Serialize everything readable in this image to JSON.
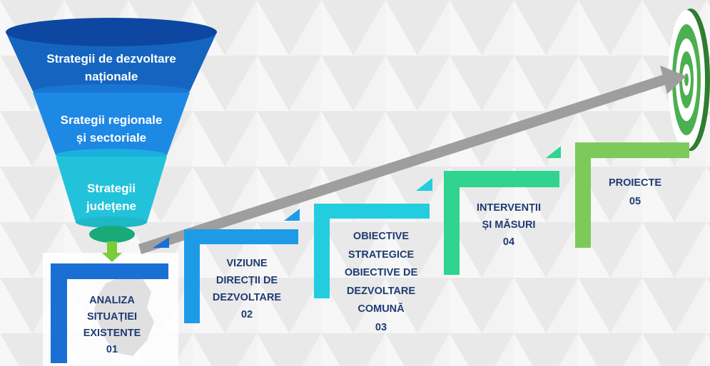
{
  "colors": {
    "funnel_top": "#1565c0",
    "funnel_mid": "#1e88e5",
    "funnel_low": "#22c3da",
    "funnel_tip": "#1aaa7a",
    "step1": "#1a6fd4",
    "step2": "#1e9be6",
    "step3": "#22cde0",
    "step4": "#2fd48f",
    "step5": "#7ccb5a",
    "arrow": "#9e9e9e",
    "target_green": "#4caf50",
    "label_text": "#1f3b73"
  },
  "funnel": {
    "level1": [
      "Strategii de dezvoltare",
      "naționale"
    ],
    "level2": [
      "Srategii regionale",
      "și sectoriale"
    ],
    "level3": [
      "Strategii",
      "județene"
    ]
  },
  "steps": [
    {
      "lines": [
        "ANALIZA",
        "SITUAȚIEI",
        "EXISTENTE",
        "01"
      ]
    },
    {
      "lines": [
        "VIZIUNE",
        "DIRECȚII DE",
        "DEZVOLTARE",
        "02"
      ]
    },
    {
      "lines": [
        "OBIECTIVE",
        "STRATEGICE",
        "OBIECTIVE DE",
        "DEZVOLTARE",
        "COMUNĂ",
        "03"
      ]
    },
    {
      "lines": [
        "INTERVENȚII",
        "ȘI MĂSURI",
        "04"
      ]
    },
    {
      "lines": [
        "PROIECTE",
        "05"
      ]
    }
  ],
  "icons": {
    "target": "target-icon",
    "arrow": "arrow-right-icon",
    "down_arrow": "arrow-down-icon",
    "map": "map-icon"
  }
}
